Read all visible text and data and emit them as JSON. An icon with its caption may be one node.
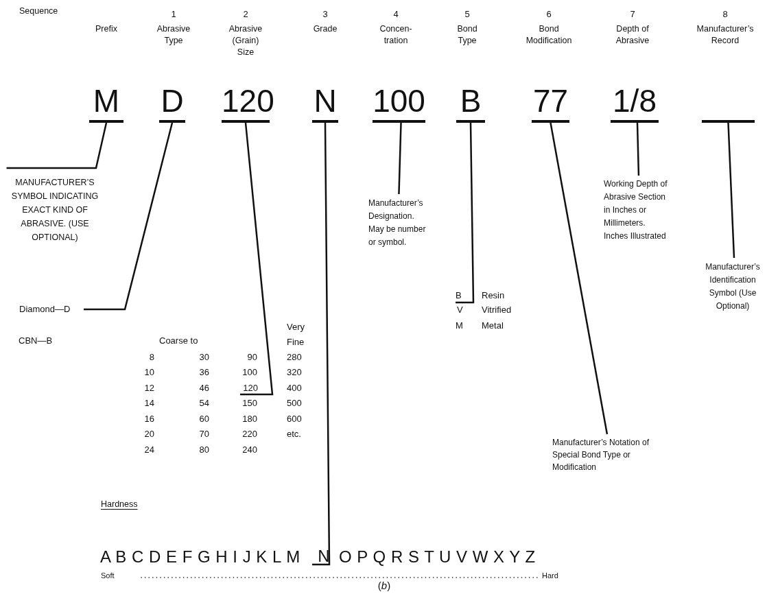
{
  "diagram": {
    "caption": "(*b*)",
    "nodes": [
      {
        "text": [
          "M"
        ]
      },
      {
        "text": [
          "D"
        ]
      },
      {
        "text": [
          "120"
        ]
      },
      {
        "text": [
          "N"
        ]
      },
      {
        "text": [
          "100"
        ]
      },
      {
        "text": [
          "B"
        ]
      },
      {
        "text": [
          "77"
        ]
      },
      {
        "text": [
          "1/8"
        ]
      },
      {
        "text": [],
        "shape": "bar"
      },
      {
        "text": [
          "MANUFACTURER’S SYMBOL INDICATING EXACT KIND OF ABRASIVE. (USE OPTIONAL)"
        ]
      },
      {
        "text": [
          "Diamond—D"
        ]
      },
      {
        "text": [
          "120"
        ]
      },
      {
        "text": [
          "N"
        ]
      },
      {
        "text": [
          "Manufacturer’s Designation. May be number or symbol."
        ]
      },
      {
        "text": [
          "B"
        ]
      },
      {
        "text": [
          "Manufacturer’s Notation of Special Bond Type or Modification"
        ]
      },
      {
        "text": [
          "Working Depth of Abrasive Section in Inches or Millimeters. Inches Illustrated"
        ]
      },
      {
        "text": [
          "Manufacturer’s Identification Symbol (Use Optional)"
        ]
      }
    ],
    "edges": [
      {
        "from": 0,
        "to": 9,
        "arrow": "none"
      },
      {
        "from": 1,
        "to": 10,
        "arrow": "none"
      },
      {
        "from": 2,
        "to": 11,
        "arrow": "none"
      },
      {
        "from": 3,
        "to": 12,
        "arrow": "none"
      },
      {
        "from": 4,
        "to": 13,
        "arrow": "none"
      },
      {
        "from": 5,
        "to": 14,
        "arrow": "none"
      },
      {
        "from": 6,
        "to": 15,
        "arrow": "none"
      },
      {
        "from": 7,
        "to": 16,
        "arrow": "none"
      },
      {
        "from": 8,
        "to": 17,
        "arrow": "none"
      }
    ],
    "labels": [
      "Sequence",
      "1",
      "2",
      "3",
      "4",
      "5",
      "6",
      "7",
      "8",
      "Prefix",
      "Abrasive Type",
      "Abrasive (Grain) Size",
      "Grade",
      "Concen-tration",
      "Bond Type",
      "Bond Modification",
      "Depth of Abrasive",
      "Manufacturer’s Record",
      "Resin",
      "V",
      "Vitrified",
      "M",
      "Metal",
      "CBN—B",
      "Coarse to",
      "Very Fine",
      "8",
      "30",
      "90",
      "280",
      "10",
      "36",
      "100",
      "320",
      "12",
      "46",
      "400",
      "14",
      "54",
      "150",
      "500",
      "16",
      "60",
      "180",
      "600",
      "20",
      "70",
      "220",
      "etc.",
      "24",
      "80",
      "240",
      "Hardness",
      "A B C D E F G H I J K L M",
      "O P Q R S T U V W X Y Z",
      "Soft",
      "Hard"
    ]
  }
}
